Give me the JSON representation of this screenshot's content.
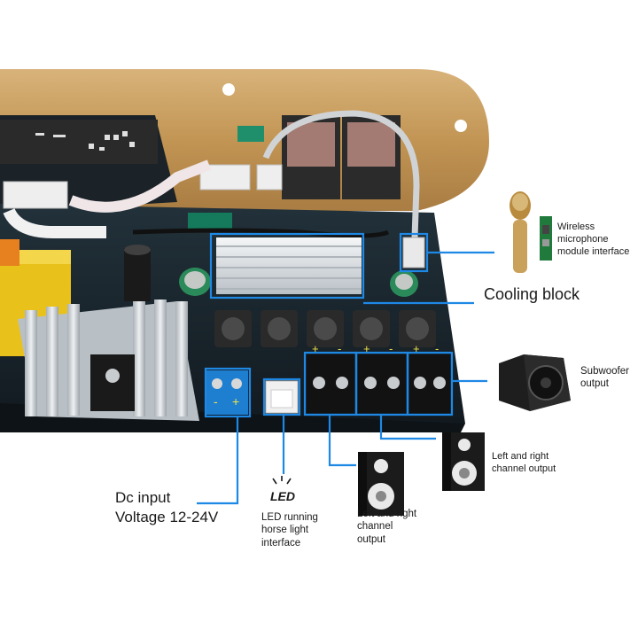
{
  "labels": {
    "wireless_mic": [
      "Wireless",
      "microphone",
      "module interface"
    ],
    "cooling_block": "Cooling block",
    "subwoofer": [
      "Subwoofer",
      "output"
    ],
    "lr_right": [
      "Left and right",
      "channel output"
    ],
    "lr_bottom": [
      "Left and right",
      "channel",
      "output"
    ],
    "dc_input": [
      "Dc input",
      "Voltage 12-24V"
    ],
    "led_icon_text": "LED",
    "led_interface": [
      "LED running",
      "horse light",
      "interface"
    ]
  },
  "terminal_marks": {
    "dc_minus": "-",
    "dc_plus": "+",
    "out_plus": "+",
    "out_minus": "-"
  },
  "colors": {
    "callout_line": "#1e88e5",
    "board": "#1c2830",
    "wood_panel": "#c9a063",
    "heatsink": "#d9dde1",
    "terminal_block": "#111111",
    "terminal_mark": "#f2e24a"
  }
}
